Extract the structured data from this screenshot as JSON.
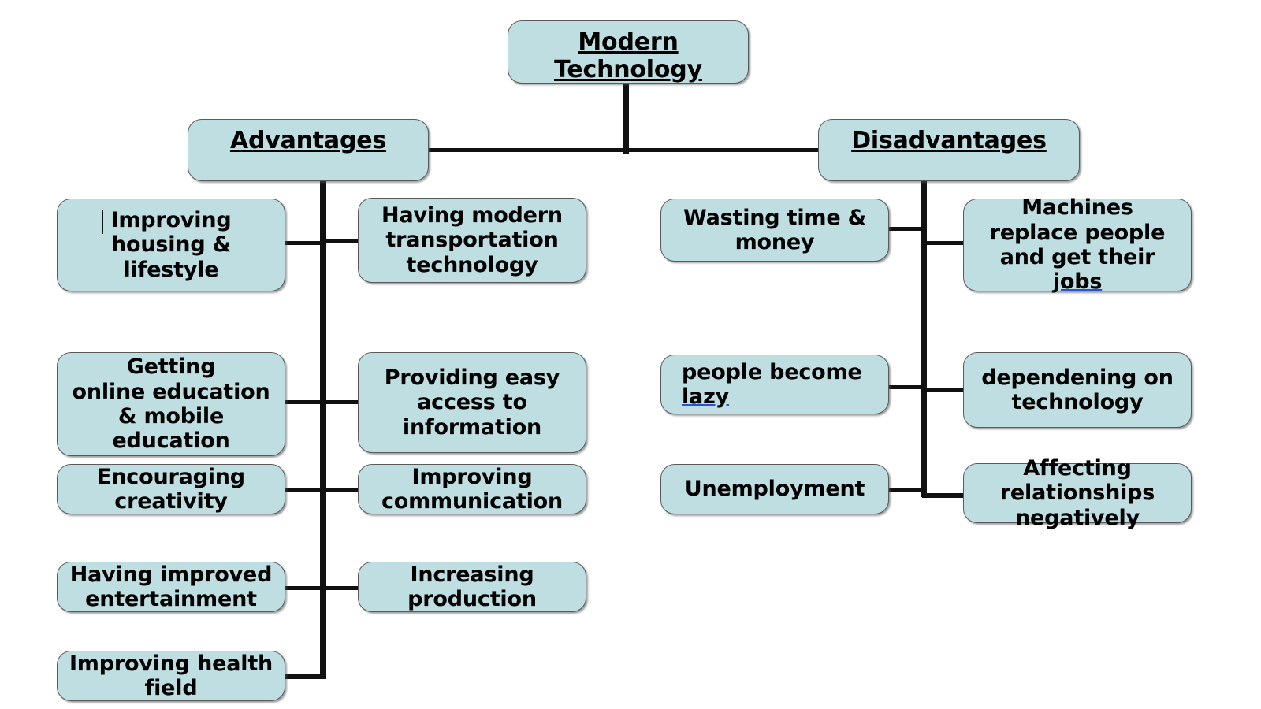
{
  "diagram": {
    "type": "mind-map",
    "title": "Modern Technology advantages and disadvantages mind map",
    "colors": {
      "node_fill": "#bfdee1",
      "node_border": "#5a5a5a",
      "connector": "#111111",
      "text": "#000000",
      "spellcheck_underline": "#2a52d6",
      "background": "#ffffff"
    },
    "root": {
      "label": "Modern Technology",
      "line1": "Modern",
      "line2": "Technology",
      "underlined": true
    },
    "branches": [
      {
        "id": "advantages",
        "label": "Advantages",
        "underlined": true,
        "side": "left",
        "children": [
          {
            "id": "adv-housing",
            "label": "Improving housing & lifestyle",
            "column": "outer",
            "has_caret": true
          },
          {
            "id": "adv-transportation",
            "label": "Having modern transportation technology",
            "column": "inner"
          },
          {
            "id": "adv-education",
            "label": "Getting online education & mobile education",
            "column": "outer"
          },
          {
            "id": "adv-information",
            "label": "Providing easy access to information",
            "column": "inner"
          },
          {
            "id": "adv-creativity",
            "label": "Encouraging creativity",
            "column": "outer"
          },
          {
            "id": "adv-communication",
            "label": "Improving communication",
            "column": "inner"
          },
          {
            "id": "adv-entertainment",
            "label": "Having improved entertainment",
            "column": "outer"
          },
          {
            "id": "adv-production",
            "label": "Increasing production",
            "column": "inner"
          },
          {
            "id": "adv-health",
            "label": "Improving health field",
            "column": "outer"
          }
        ]
      },
      {
        "id": "disadvantages",
        "label": "Disadvantages",
        "underlined": true,
        "side": "right",
        "children": [
          {
            "id": "dis-wasting",
            "label": "Wasting time & money",
            "column": "inner"
          },
          {
            "id": "dis-machines",
            "label": "Machines replace people and get their jobs",
            "column": "outer",
            "spellcheck_word": "jobs"
          },
          {
            "id": "dis-lazy",
            "label": "people become lazy",
            "column": "inner",
            "spellcheck_word": "lazy"
          },
          {
            "id": "dis-depending",
            "label": "dependening on technology",
            "column": "outer"
          },
          {
            "id": "dis-unemployment",
            "label": "Unemployment",
            "column": "inner"
          },
          {
            "id": "dis-relationships",
            "label": "Affecting relationships negatively",
            "column": "outer"
          }
        ]
      }
    ],
    "nodes": {
      "root": {
        "line1": "Modern",
        "line2": "Technology"
      },
      "advantages": {
        "text": "Advantages"
      },
      "disadvantages": {
        "text": "Disadvantages"
      },
      "adv_housing": {
        "l1": "Improving",
        "l2": "housing &",
        "l3": "lifestyle"
      },
      "adv_transport": {
        "l1": "Having modern",
        "l2": "transportation",
        "l3": "technology"
      },
      "adv_education": {
        "l1": "Getting",
        "l2": "online education",
        "l3": "& mobile",
        "l4": "education"
      },
      "adv_information": {
        "l1": "Providing easy",
        "l2": "access to",
        "l3": "information"
      },
      "adv_creativity": {
        "l1": "Encouraging",
        "l2": "creativity"
      },
      "adv_communication": {
        "l1": "Improving",
        "l2": "communication"
      },
      "adv_entertainment": {
        "l1": "Having improved",
        "l2": "entertainment"
      },
      "adv_production": {
        "l1": "Increasing",
        "l2": "production"
      },
      "adv_health": {
        "l1": "Improving health",
        "l2": "field"
      },
      "dis_wasting": {
        "l1": "Wasting time &",
        "l2": "money"
      },
      "dis_machines": {
        "l1": "Machines",
        "l2": "replace people",
        "l3": "and get their",
        "l4": "jobs"
      },
      "dis_lazy": {
        "l1": "people become",
        "l2": "lazy"
      },
      "dis_depending": {
        "l1": "dependening on",
        "l2": "technology"
      },
      "dis_unemployment": {
        "l1": "Unemployment"
      },
      "dis_relationships": {
        "l1": "Affecting",
        "l2": "relationships",
        "l3": "negatively"
      }
    }
  }
}
